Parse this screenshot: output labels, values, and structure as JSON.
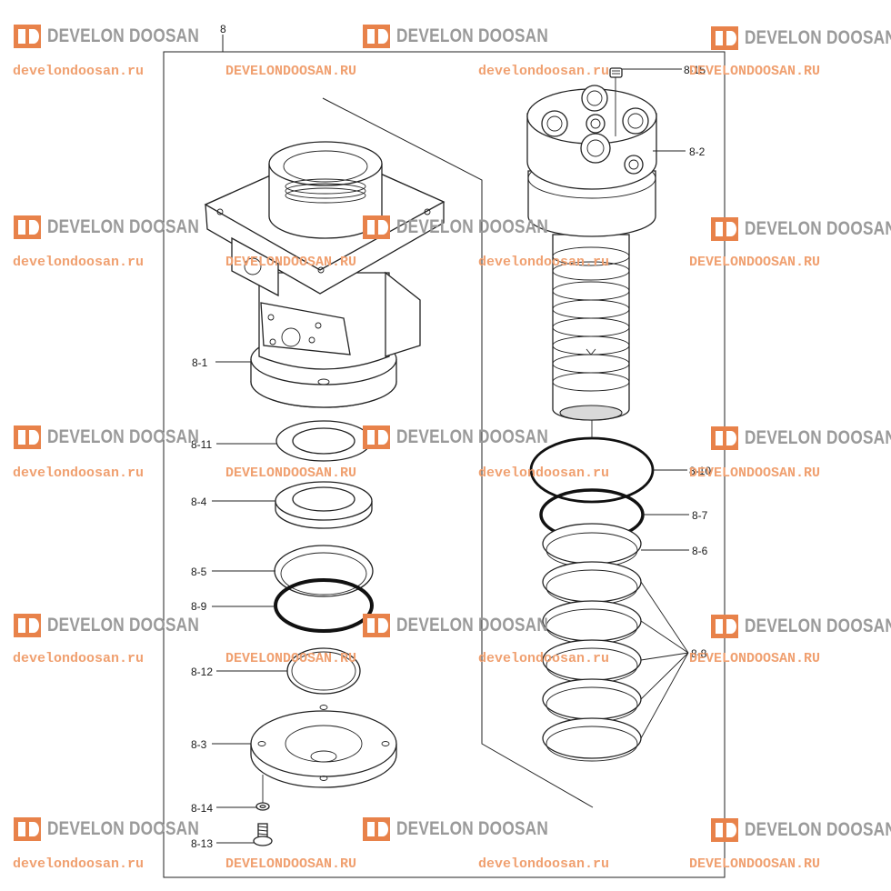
{
  "assembly_label": "8",
  "parts": [
    {
      "id": "8-1",
      "label": "8-1"
    },
    {
      "id": "8-2",
      "label": "8-2"
    },
    {
      "id": "8-3",
      "label": "8-3"
    },
    {
      "id": "8-4",
      "label": "8-4"
    },
    {
      "id": "8-5",
      "label": "8-5"
    },
    {
      "id": "8-6",
      "label": "8-6"
    },
    {
      "id": "8-7",
      "label": "8-7"
    },
    {
      "id": "8-8",
      "label": "8-8"
    },
    {
      "id": "8-9",
      "label": "8-9"
    },
    {
      "id": "8-10",
      "label": "8-10"
    },
    {
      "id": "8-11",
      "label": "8-11"
    },
    {
      "id": "8-12",
      "label": "8-12"
    },
    {
      "id": "8-13",
      "label": "8-13"
    },
    {
      "id": "8-14",
      "label": "8-14"
    },
    {
      "id": "8-15",
      "label": "8-15"
    }
  ],
  "watermark": {
    "brand_text": "DEVELON DOOSAN",
    "url_lower": "develondoosan.ru",
    "url_upper": "DEVELONDOOSAN.RU",
    "brand_color": "#9a9a9a",
    "logo_color": "#e8824a",
    "url_color": "#f0a070"
  }
}
